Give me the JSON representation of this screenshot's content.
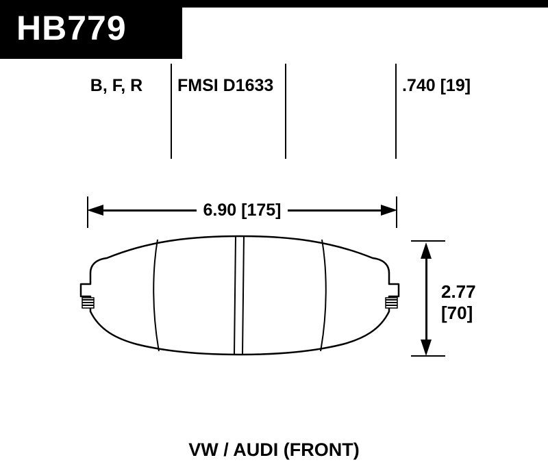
{
  "header": {
    "part_number": "HB779"
  },
  "spec_row": {
    "compounds": "B, F, R",
    "fmsi": "FMSI D1633",
    "pad_thickness": ".740 [19]"
  },
  "dimensions": {
    "width": "6.90 [175]",
    "height_line1": "2.77",
    "height_line2": "[70]"
  },
  "footer": {
    "application": "VW / AUDI (FRONT)"
  },
  "colors": {
    "ink": "#000000",
    "background": "#ffffff",
    "header_bar": "#000000",
    "header_text": "#ffffff"
  },
  "icons": {
    "pad_drawing": "brake-pad-outline-top-view",
    "width_arrows": "double-headed-horizontal-arrow",
    "height_arrows": "double-headed-vertical-arrow"
  }
}
